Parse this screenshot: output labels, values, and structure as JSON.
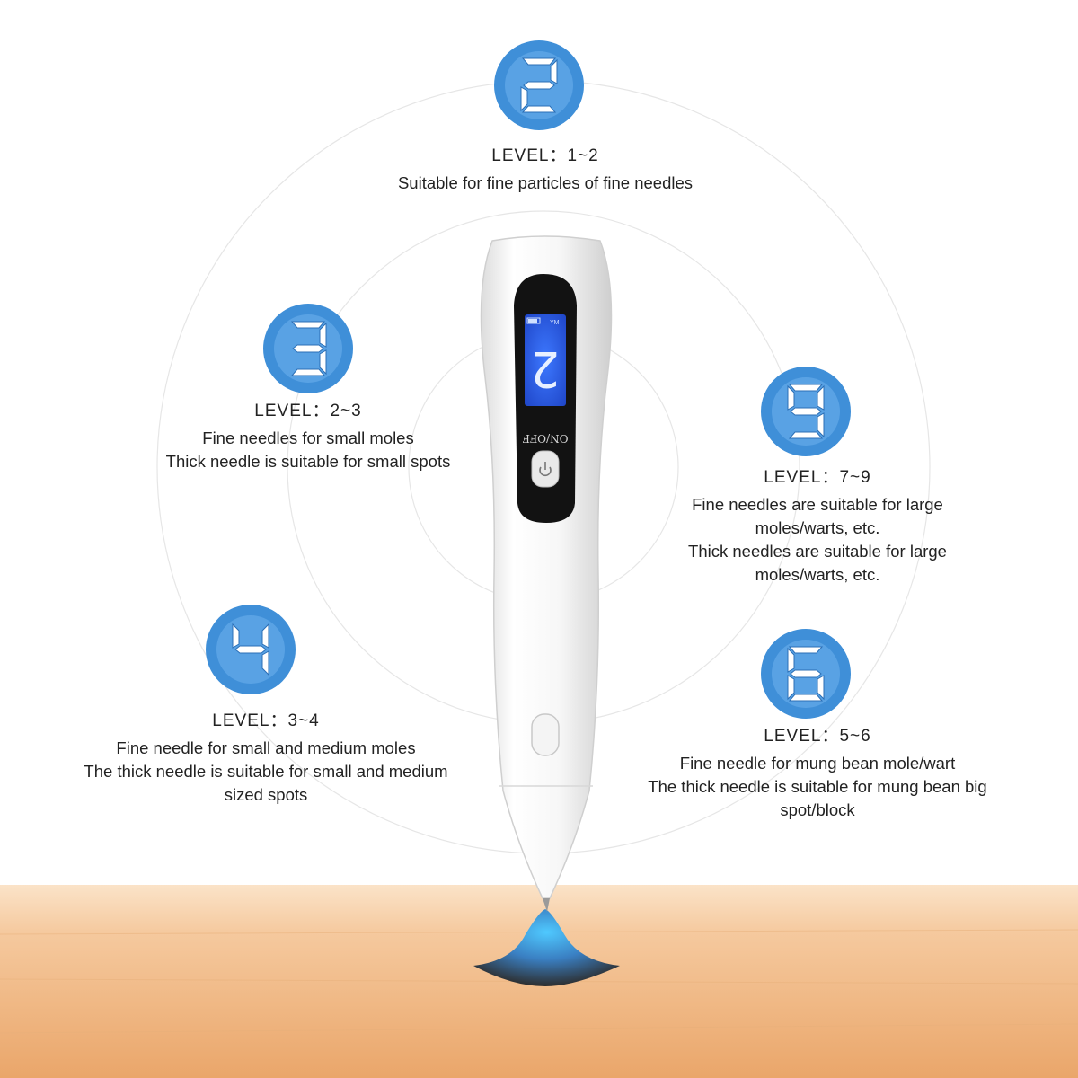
{
  "colors": {
    "badge_blue": "#3f8fd8",
    "badge_light": "#6fb3ef",
    "lcd_blue": "#2e63e8",
    "skin_top": "#f7d2ab",
    "skin_bottom": "#e9a96b"
  },
  "pen": {
    "lcd_digit": "2",
    "lcd_mark": "YM",
    "switch_label": "ON/OFF",
    "power_icon": "power-icon"
  },
  "levels": [
    {
      "digit": "2",
      "title": "LEVEL：1~2",
      "lines": [
        "Suitable for fine particles of fine needles"
      ]
    },
    {
      "digit": "3",
      "title": "LEVEL：2~3",
      "lines": [
        "Fine needles for small moles",
        "Thick needle is suitable for small spots"
      ]
    },
    {
      "digit": "4",
      "title": "LEVEL：3~4",
      "lines": [
        "Fine needle for small and medium moles",
        "The thick needle is suitable for small and medium",
        "sized spots"
      ]
    },
    {
      "digit": "9",
      "title": "LEVEL：7~9",
      "lines": [
        "Fine needles are suitable for large",
        "moles/warts, etc.",
        "Thick needles are suitable for large",
        "moles/warts, etc."
      ]
    },
    {
      "digit": "6",
      "title": "LEVEL：5~6",
      "lines": [
        "Fine needle for mung bean mole/wart",
        "The thick needle is suitable for mung bean big",
        "spot/block"
      ]
    }
  ]
}
